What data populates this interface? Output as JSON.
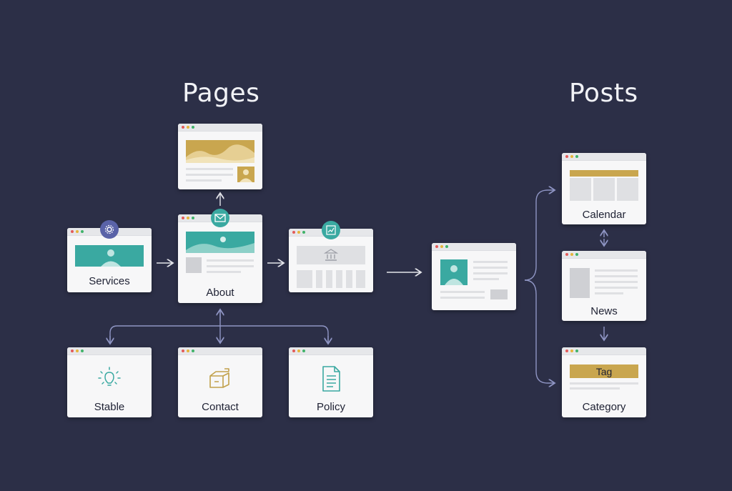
{
  "headings": {
    "pages": "Pages",
    "posts": "Posts"
  },
  "pages": {
    "services": "Services",
    "about": "About",
    "stable": "Stable",
    "contact": "Contact",
    "policy": "Policy"
  },
  "posts": {
    "calendar": "Calendar",
    "news": "News",
    "tag": "Tag",
    "category": "Category"
  },
  "colors": {
    "background": "#2c2f47",
    "teal": "#3aa9a1",
    "gold": "#c2a14c",
    "connector": "#8f95c4",
    "arrow": "#e4e5ea"
  }
}
